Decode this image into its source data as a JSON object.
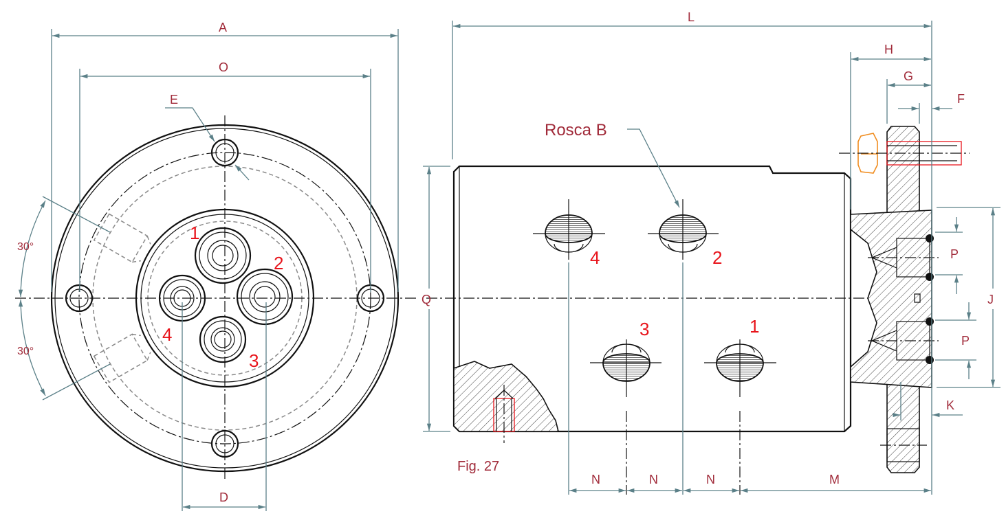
{
  "colors": {
    "dimension_text": "#a12b3a",
    "port_numbers": "#e8141b",
    "dimension_lines": "#5b8088",
    "outline": "#111111",
    "bolt": "#f08c1e"
  },
  "front_view": {
    "labels": {
      "A": "A",
      "O": "O",
      "E": "E",
      "D": "D"
    },
    "angles": [
      "30°",
      "30°"
    ],
    "ports": [
      "1",
      "2",
      "3",
      "4"
    ]
  },
  "side_view": {
    "labels": {
      "L": "L",
      "H": "H",
      "G": "G",
      "F": "F",
      "Q": "Q",
      "J": "J",
      "P1": "P",
      "P2": "P",
      "K": "K",
      "M": "M",
      "N1": "N",
      "N2": "N",
      "N3": "N"
    },
    "thread_label": "Rosca  B",
    "ports": [
      "4",
      "2",
      "3",
      "1"
    ],
    "figure_caption": "Fig. 27"
  }
}
